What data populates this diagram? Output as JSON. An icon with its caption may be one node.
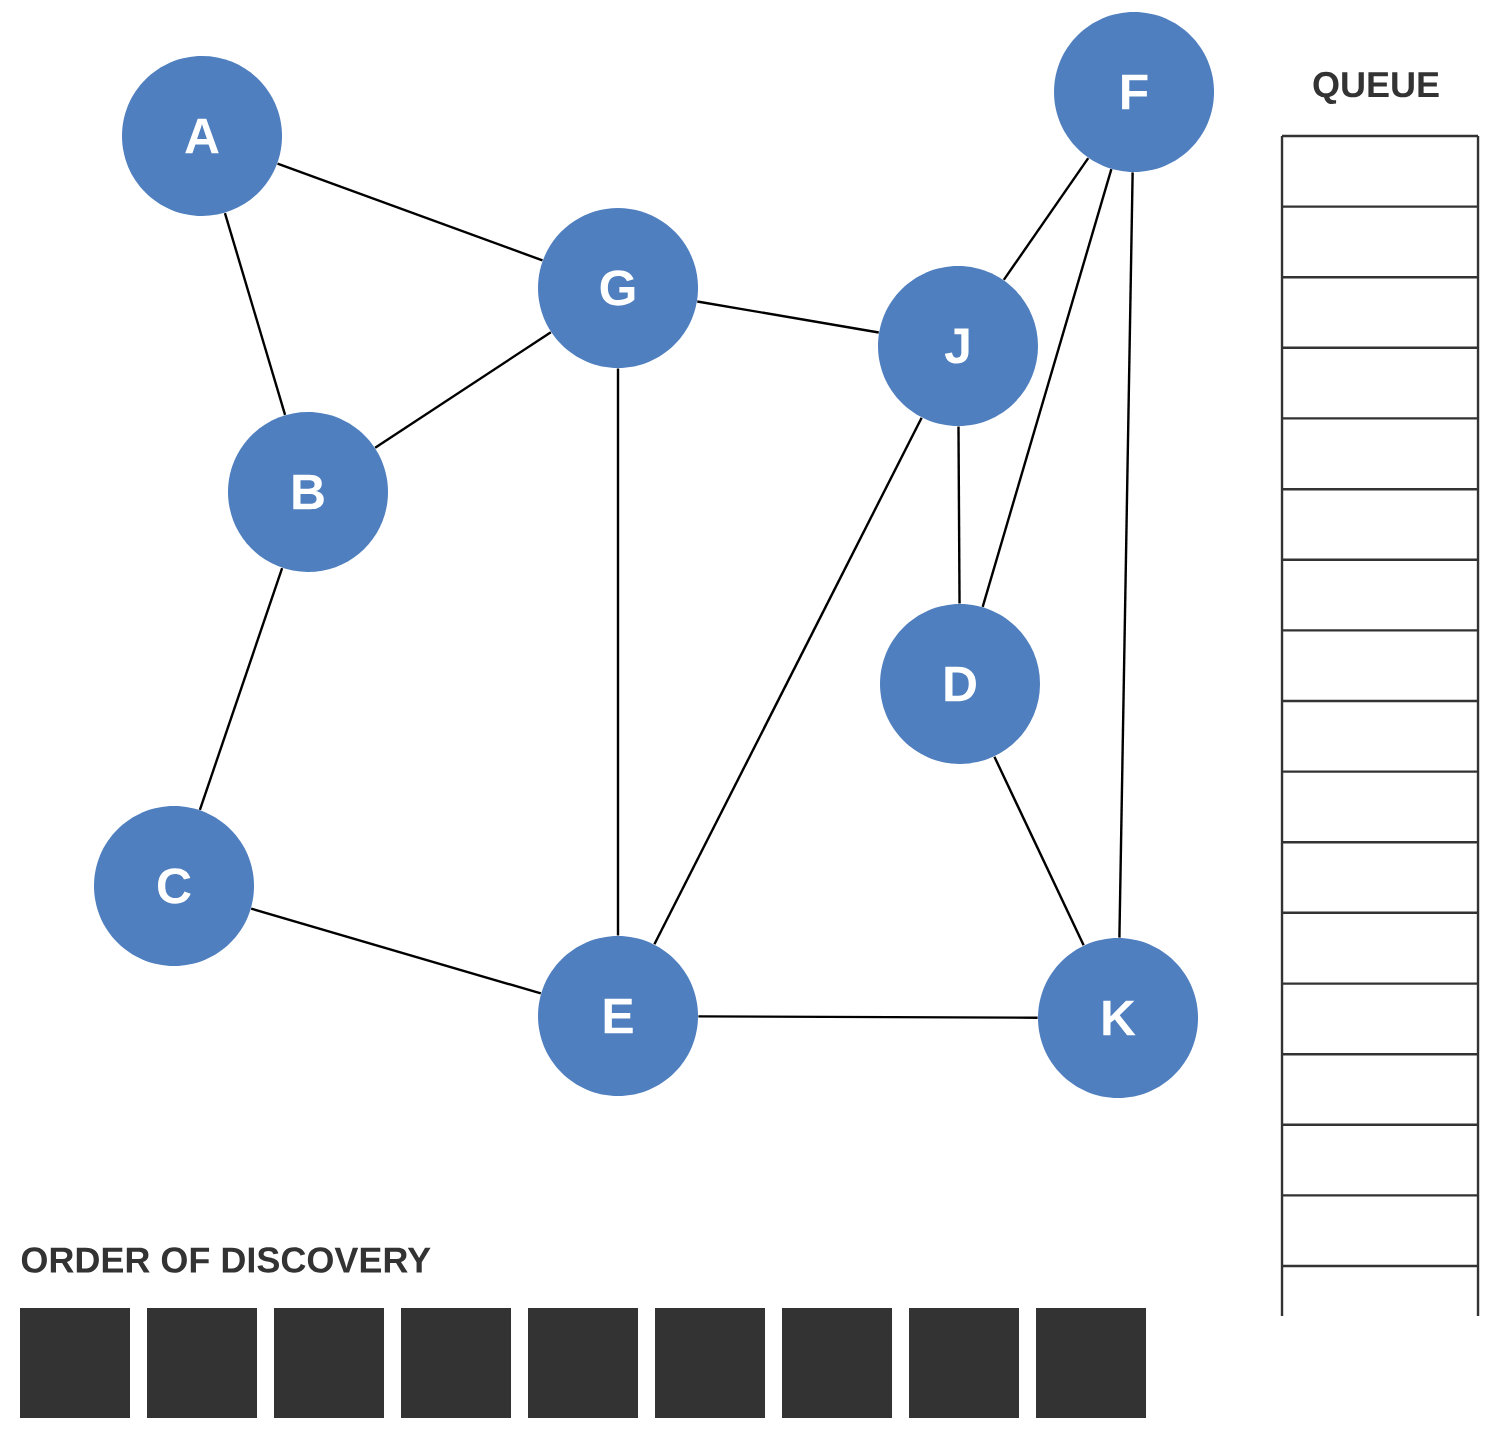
{
  "diagram": {
    "nodes": [
      {
        "text": [
          "A"
        ]
      },
      {
        "text": [
          "F"
        ]
      },
      {
        "text": [
          "G"
        ]
      },
      {
        "text": [
          "J"
        ]
      },
      {
        "text": [
          "B"
        ]
      },
      {
        "text": [
          "D"
        ]
      },
      {
        "text": [
          "C"
        ]
      },
      {
        "text": [
          "E"
        ]
      },
      {
        "text": [
          "K"
        ]
      }
    ],
    "edges": [
      {
        "from": 0,
        "to": 2,
        "arrow": "none"
      },
      {
        "from": 0,
        "to": 4,
        "arrow": "none"
      },
      {
        "from": 4,
        "to": 2,
        "arrow": "none"
      },
      {
        "from": 4,
        "to": 6,
        "arrow": "none"
      },
      {
        "from": 6,
        "to": 7,
        "arrow": "none"
      },
      {
        "from": 2,
        "to": 3,
        "arrow": "none"
      },
      {
        "from": 2,
        "to": 7,
        "arrow": "none"
      },
      {
        "from": 3,
        "to": 7,
        "arrow": "none"
      },
      {
        "from": 3,
        "to": 1,
        "arrow": "none"
      },
      {
        "from": 3,
        "to": 5,
        "arrow": "none"
      },
      {
        "from": 1,
        "to": 5,
        "arrow": "none"
      },
      {
        "from": 1,
        "to": 8,
        "arrow": "none"
      },
      {
        "from": 5,
        "to": 8,
        "arrow": "none"
      },
      {
        "from": 7,
        "to": 8,
        "arrow": "none"
      }
    ],
    "labels": [
      "QUEUE",
      "ORDER OF DISCOVERY"
    ]
  }
}
